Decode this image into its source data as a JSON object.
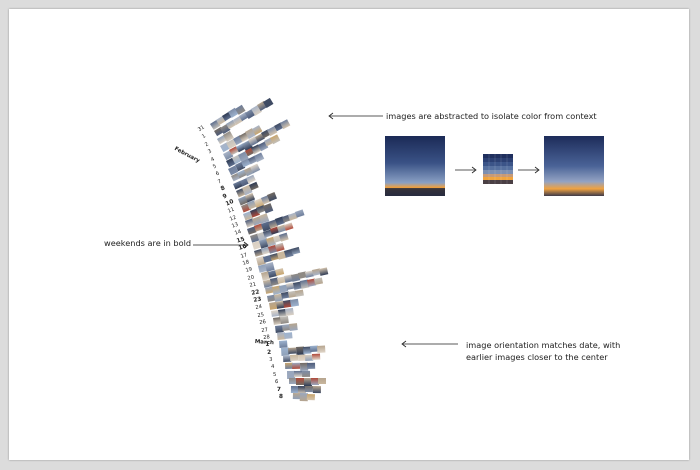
{
  "annotations": {
    "abstracted": "images are abstracted to isolate color from context",
    "weekends": "weekends are in bold",
    "orientation_line1": "image orientation matches date, with",
    "orientation_line2": "earlier images closer to the center"
  },
  "months": {
    "february": "February",
    "march": "March"
  },
  "days": [
    {
      "label": "31",
      "bold": false
    },
    {
      "label": "1",
      "bold": false
    },
    {
      "label": "2",
      "bold": false
    },
    {
      "label": "3",
      "bold": false
    },
    {
      "label": "4",
      "bold": false
    },
    {
      "label": "5",
      "bold": false
    },
    {
      "label": "6",
      "bold": false
    },
    {
      "label": "7",
      "bold": false
    },
    {
      "label": "8",
      "bold": true
    },
    {
      "label": "9",
      "bold": true
    },
    {
      "label": "10",
      "bold": true
    },
    {
      "label": "11",
      "bold": false
    },
    {
      "label": "12",
      "bold": false
    },
    {
      "label": "13",
      "bold": false
    },
    {
      "label": "14",
      "bold": false
    },
    {
      "label": "15",
      "bold": true
    },
    {
      "label": "16",
      "bold": true
    },
    {
      "label": "17",
      "bold": false
    },
    {
      "label": "18",
      "bold": false
    },
    {
      "label": "19",
      "bold": false
    },
    {
      "label": "20",
      "bold": false
    },
    {
      "label": "21",
      "bold": false
    },
    {
      "label": "22",
      "bold": true
    },
    {
      "label": "23",
      "bold": true
    },
    {
      "label": "24",
      "bold": false
    },
    {
      "label": "25",
      "bold": false
    },
    {
      "label": "26",
      "bold": false
    },
    {
      "label": "27",
      "bold": false
    },
    {
      "label": "28",
      "bold": false
    },
    {
      "label": "1",
      "bold": true
    },
    {
      "label": "2",
      "bold": true
    },
    {
      "label": "3",
      "bold": false
    },
    {
      "label": "4",
      "bold": false
    },
    {
      "label": "5",
      "bold": false
    },
    {
      "label": "6",
      "bold": false
    },
    {
      "label": "7",
      "bold": true
    },
    {
      "label": "8",
      "bold": true
    }
  ],
  "image_counts": [
    5,
    9,
    2,
    6,
    10,
    8,
    5,
    4,
    3,
    3,
    2,
    5,
    4,
    3,
    8,
    6,
    5,
    4,
    6,
    2,
    3,
    9,
    8,
    5,
    4,
    3,
    2,
    3,
    2,
    1,
    6,
    5,
    4,
    3,
    5,
    4,
    3
  ],
  "colors": {
    "background": "#dcdcdc",
    "page": "#ffffff",
    "text": "#222222",
    "sky_top": "#1b2a56",
    "sky_mid": "#6e86b6",
    "horizon": "#f4a23a"
  }
}
